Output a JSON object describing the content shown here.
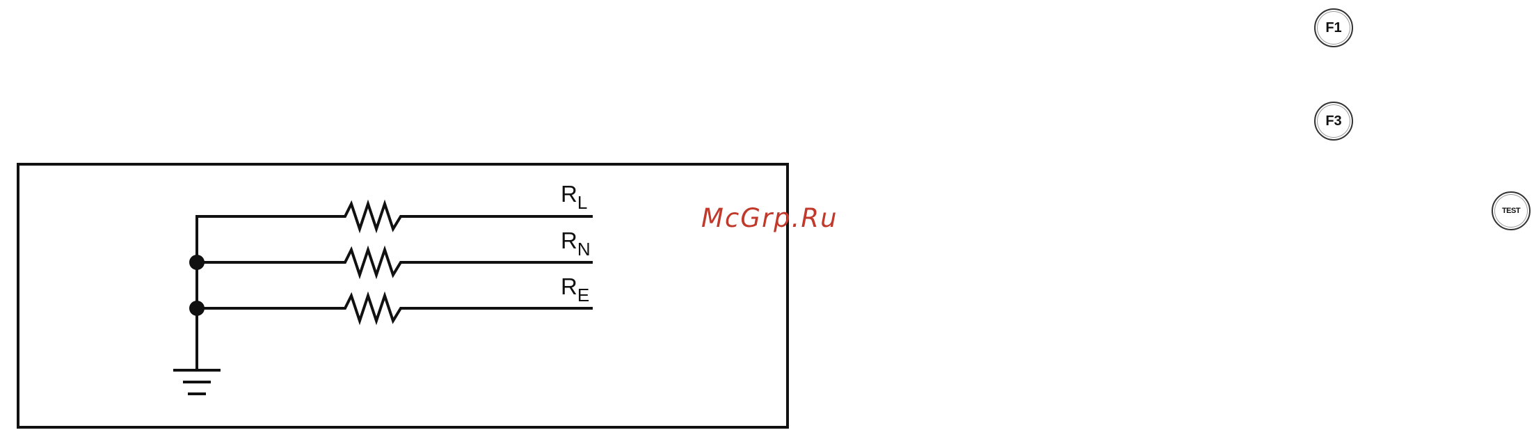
{
  "diagram": {
    "branches": [
      {
        "label_main": "R",
        "label_sub": "L"
      },
      {
        "label_main": "R",
        "label_sub": "N"
      },
      {
        "label_main": "R",
        "label_sub": "E"
      }
    ]
  },
  "buttons": {
    "f1_label": "F1",
    "f3_label": "F3",
    "test_label": "TEST"
  },
  "watermark": {
    "text": "McGrp.Ru",
    "color": "#c0392b"
  },
  "colors": {
    "line": "#111111",
    "background": "#ffffff"
  }
}
